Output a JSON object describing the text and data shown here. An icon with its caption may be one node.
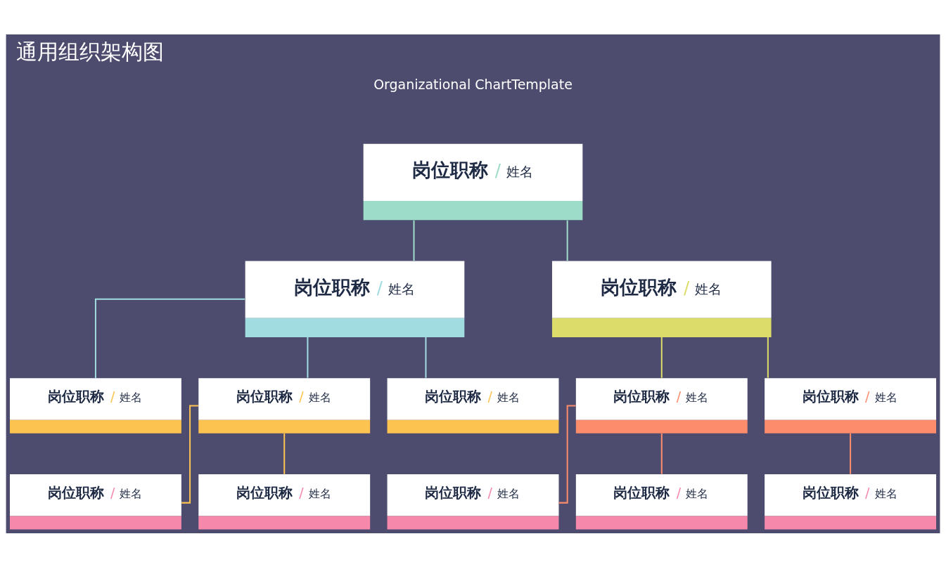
{
  "diagram": {
    "title": "通用组织架构图",
    "nodes": [
      {
        "text": [
          "岗位职称",
          "/",
          "姓名"
        ]
      },
      {
        "text": [
          "岗位职称",
          "/",
          "姓名"
        ]
      },
      {
        "text": [
          "岗位职称",
          "/",
          "姓名"
        ]
      },
      {
        "text": [
          "岗位职称",
          "/",
          "姓名"
        ]
      },
      {
        "text": [
          "岗位职称",
          "/",
          "姓名"
        ]
      },
      {
        "text": [
          "岗位职称",
          "/",
          "姓名"
        ]
      },
      {
        "text": [
          "岗位职称",
          "/",
          "姓名"
        ]
      },
      {
        "text": [
          "岗位职称",
          "/",
          "姓名"
        ]
      },
      {
        "text": [
          "岗位职称",
          "/",
          "姓名"
        ]
      },
      {
        "text": [
          "岗位职称",
          "/",
          "姓名"
        ]
      },
      {
        "text": [
          "岗位职称",
          "/",
          "姓名"
        ]
      },
      {
        "text": [
          "岗位职称",
          "/",
          "姓名"
        ]
      },
      {
        "text": [
          "岗位职称",
          "/",
          "姓名"
        ]
      }
    ],
    "edges": [
      {
        "from": 0,
        "to": 1,
        "arrow": "none",
        "color": "#9ddcc8"
      },
      {
        "from": 0,
        "to": 2,
        "arrow": "none",
        "color": "#9ddcc8"
      },
      {
        "from": 1,
        "to": 3,
        "arrow": "none",
        "color": "#a0dce0"
      },
      {
        "from": 1,
        "to": 4,
        "arrow": "none",
        "color": "#a0dce0"
      },
      {
        "from": 1,
        "to": 5,
        "arrow": "none",
        "color": "#a0dce0"
      },
      {
        "from": 2,
        "to": 6,
        "arrow": "none",
        "color": "#dcdc6a"
      },
      {
        "from": 2,
        "to": 7,
        "arrow": "none",
        "color": "#dcdc6a"
      },
      {
        "from": 4,
        "to": 8,
        "arrow": "none",
        "color": "#fdc351"
      },
      {
        "from": 4,
        "to": 9,
        "arrow": "none",
        "color": "#fdc351"
      },
      {
        "from": 6,
        "to": 10,
        "arrow": "none",
        "color": "#fd8c6c"
      },
      {
        "from": 6,
        "to": 11,
        "arrow": "none",
        "color": "#fd8c6c"
      },
      {
        "from": 7,
        "to": 12,
        "arrow": "none",
        "color": "#fd8c6c"
      }
    ],
    "labels": [
      "Organizational ChartTemplate"
    ]
  }
}
